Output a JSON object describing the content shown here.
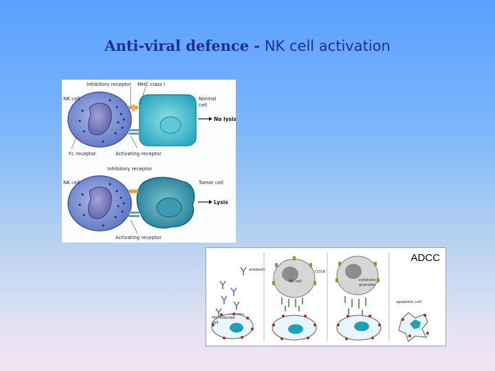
{
  "slide": {
    "title_bold": "Anti-viral defence -",
    "title_plain": "NK cell activation"
  },
  "nk_diagram": {
    "top": {
      "inhibitory_receptor": "Inhibitory receptor",
      "mhc_class": "MHC class I",
      "nk_cell": "NK cell",
      "normal_cell_line1": "Normal",
      "normal_cell_line2": "cell",
      "outcome": "No lysis",
      "fc_receptor": "Fс receptor",
      "activating_receptor": "Activating receptor"
    },
    "bottom": {
      "inhibitory_receptor": "Inhibitory receptor",
      "nk_cell": "NK cell",
      "tumor_cell": "Tumor cell",
      "outcome": "Lysis",
      "activating_receptor": "Activating receptor"
    }
  },
  "adcc_diagram": {
    "title": "ADCC",
    "antibody": "antibody",
    "antigen": "antigen",
    "hiv_infected_line1": "HIV infected",
    "hiv_infected_line2": "cell",
    "cd16": "CD16",
    "nk_cell": "NK cell",
    "cytotoxic_line1": "cytotoxic",
    "cytotoxic_line2": "granules",
    "apoptotic_cell": "apoptotic cell"
  }
}
